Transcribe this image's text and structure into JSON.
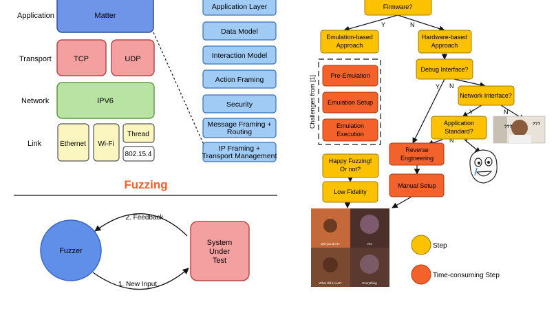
{
  "stack": {
    "rows": [
      "Application",
      "Transport",
      "Network",
      "Link"
    ],
    "matter": "Matter",
    "tcp": "TCP",
    "udp": "UDP",
    "ipv6": "IPV6",
    "ethernet": "Ethernet",
    "wifi": "Wi-Fi",
    "thread": "Thread",
    "thread_sub": "802.15.4"
  },
  "layers": [
    [
      "Application Layer"
    ],
    [
      "Data Model"
    ],
    [
      "Interaction Model"
    ],
    [
      "Action Framing"
    ],
    [
      "Security"
    ],
    [
      "Message Framing +",
      "Routing"
    ],
    [
      "IP Framing +",
      "Transport Management"
    ]
  ],
  "fuzzing": {
    "title": "Fuzzing",
    "fuzzer": "Fuzzer",
    "sut": [
      "System",
      "Under",
      "Test"
    ],
    "feedback": "2. Feedback",
    "input": "1. New Input"
  },
  "flow": {
    "firmware": "Firmware?",
    "y": "Y",
    "n": "N",
    "emulation": [
      "Emulation-based",
      "Approach"
    ],
    "hardware": [
      "Hardware-based",
      "Approach"
    ],
    "debug": "Debug Interface?",
    "network": "Network Interface?",
    "app_std": [
      "Application",
      "Standard?"
    ],
    "challenges_label": "Challenges from [1]",
    "pre_emulation": "Pre-Emulation",
    "emulation_setup": "Emulation Setup",
    "emulation_exec": [
      "Emulation",
      "Execution"
    ],
    "happy": [
      "Happy Fuzzing!",
      "Or not?"
    ],
    "low_fidelity": "Low Fidelity",
    "reverse": [
      "Reverse",
      "Engineering"
    ],
    "manual": "Manual Setup",
    "meme_captions": [
      "Did you do it?",
      "Yes",
      "What did it cost?",
      "Everything"
    ],
    "question_marks": "???"
  },
  "legend": {
    "step": "Step",
    "time": "Time-consuming Step"
  },
  "colors": {
    "matter": "#6f95e8",
    "transport": "#f4a0a0",
    "network": "#b9e3a3",
    "link": "#fbf5c0",
    "layer": "#9fcbf5",
    "step": "#fcc200",
    "time": "#f4622b",
    "fuzzer": "#5f8fe8",
    "sut": "#f4a0a0"
  }
}
